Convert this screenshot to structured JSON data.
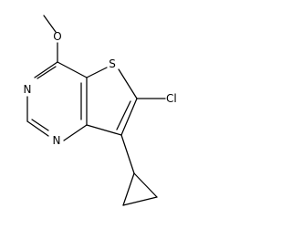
{
  "molecule": {
    "atoms": {
      "oxygen": "O",
      "sulfur": "S",
      "chlorine": "Cl",
      "nitrogen_top": "N",
      "nitrogen_bottom": "N"
    }
  }
}
